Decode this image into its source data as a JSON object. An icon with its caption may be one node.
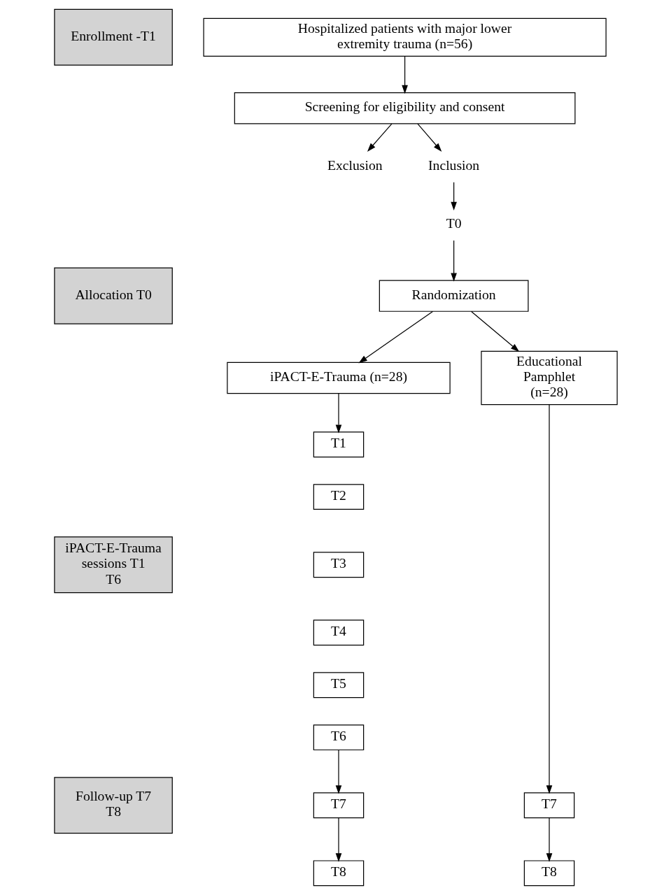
{
  "diagram": {
    "nodes": [
      {
        "text": [
          "Enrollment -T1"
        ]
      },
      {
        "text": [
          "Hospitalized patients with major lower extremity trauma (n=56)"
        ]
      },
      {
        "text": [
          "Screening for eligibility and consent"
        ]
      },
      {
        "text": [
          "Exclusion"
        ]
      },
      {
        "text": [
          "Inclusion"
        ]
      },
      {
        "text": [
          "T0"
        ]
      },
      {
        "text": [
          "Allocation T0"
        ]
      },
      {
        "text": [
          "Randomization"
        ]
      },
      {
        "text": [
          "iPACT-E-Trauma (n=28)"
        ]
      },
      {
        "text": [
          "Educational Pamphlet (n=28)"
        ]
      },
      {
        "text": [
          "iPACT-E-Trauma sessions T1 T6"
        ]
      },
      {
        "text": [
          "T1"
        ]
      },
      {
        "text": [
          "T2"
        ]
      },
      {
        "text": [
          "T3"
        ]
      },
      {
        "text": [
          "T4"
        ]
      },
      {
        "text": [
          "T5"
        ]
      },
      {
        "text": [
          "T6"
        ]
      },
      {
        "text": [
          "Follow-up T7 T8"
        ]
      },
      {
        "text": [
          "T7"
        ]
      },
      {
        "text": [
          "T7"
        ]
      },
      {
        "text": [
          "T8"
        ]
      },
      {
        "text": [
          "T8"
        ]
      }
    ],
    "edges": [
      {
        "from": 1,
        "to": 2,
        "arrow": "to"
      },
      {
        "from": 2,
        "to": 3,
        "arrow": "to"
      },
      {
        "from": 2,
        "to": 4,
        "arrow": "to"
      },
      {
        "from": 4,
        "to": 5,
        "arrow": "to"
      },
      {
        "from": 5,
        "to": 7,
        "arrow": "to"
      },
      {
        "from": 7,
        "to": 8,
        "arrow": "to"
      },
      {
        "from": 7,
        "to": 9,
        "arrow": "to"
      },
      {
        "from": 8,
        "to": 11,
        "arrow": "to"
      },
      {
        "from": 16,
        "to": 18,
        "arrow": "to"
      },
      {
        "from": 9,
        "to": 19,
        "arrow": "to"
      },
      {
        "from": 18,
        "to": 20,
        "arrow": "to"
      },
      {
        "from": 19,
        "to": 21,
        "arrow": "to"
      }
    ]
  }
}
